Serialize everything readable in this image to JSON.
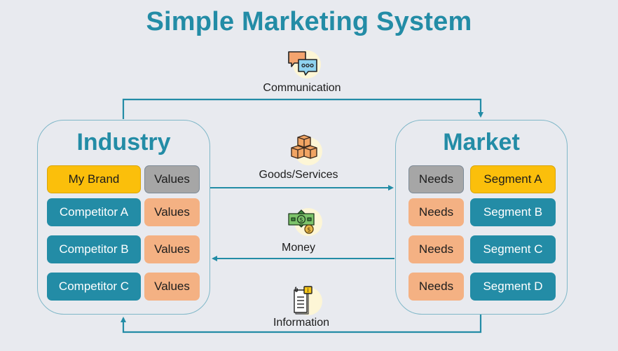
{
  "title": "Simple Marketing System",
  "colors": {
    "accent": "#238ca6",
    "brand_yellow": "#fbbf0b",
    "grey": "#a6a6a6",
    "peach": "#f4b183",
    "background": "#e8eaef"
  },
  "industry": {
    "title": "Industry",
    "rows": [
      {
        "name": "My Brand",
        "value": "Values"
      },
      {
        "name": "Competitor A",
        "value": "Values"
      },
      {
        "name": "Competitor B",
        "value": "Values"
      },
      {
        "name": "Competitor C",
        "value": "Values"
      }
    ]
  },
  "market": {
    "title": "Market",
    "rows": [
      {
        "need": "Needs",
        "segment": "Segment A"
      },
      {
        "need": "Needs",
        "segment": "Segment B"
      },
      {
        "need": "Needs",
        "segment": "Segment C"
      },
      {
        "need": "Needs",
        "segment": "Segment D"
      }
    ]
  },
  "flows": {
    "communication": {
      "label": "Communication",
      "icon": "chat-bubbles-icon",
      "direction": "industry-to-market"
    },
    "goods": {
      "label": "Goods/Services",
      "icon": "boxes-icon",
      "direction": "industry-to-market"
    },
    "money": {
      "label": "Money",
      "icon": "money-icon",
      "direction": "market-to-industry"
    },
    "information": {
      "label": "Information",
      "icon": "document-info-icon",
      "direction": "market-to-industry"
    }
  }
}
